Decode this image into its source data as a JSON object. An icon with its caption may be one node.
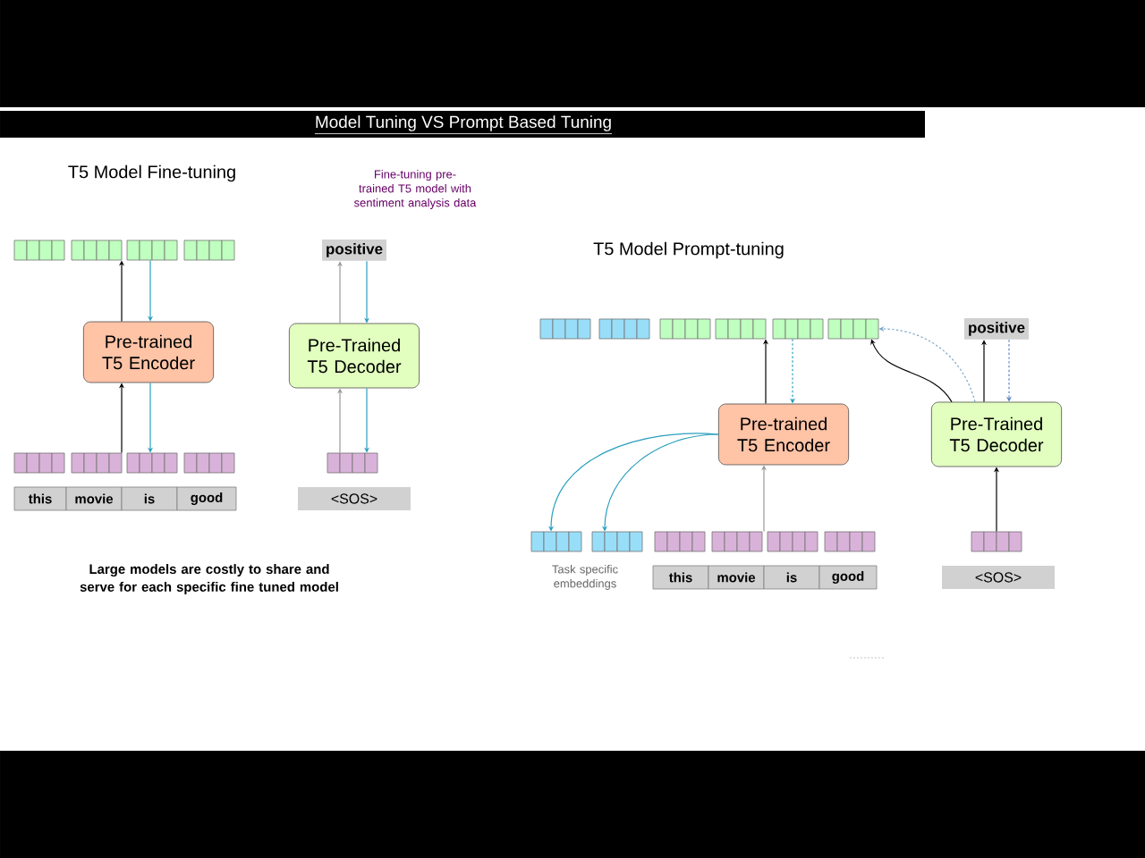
{
  "diagram": {
    "title": "Model Tuning VS Prompt Based Tuning",
    "nodes": [
      {
        "text": [],
        "shape": "bar"
      },
      {
        "text": [
          "positive"
        ]
      },
      {
        "text": [
          "Pre-trained T5 Encoder"
        ]
      },
      {
        "text": [
          "Pre-Trained T5 Decoder"
        ]
      },
      {
        "text": [],
        "shape": "bar"
      },
      {
        "text": [],
        "shape": "bar"
      },
      {
        "text": [],
        "shape": "bar"
      },
      {
        "text": [
          "positive"
        ]
      },
      {
        "text": [
          "Pre-trained T5 Encoder"
        ]
      },
      {
        "text": [
          "Pre-Trained T5 Decoder"
        ]
      },
      {
        "text": [],
        "shape": "bar"
      },
      {
        "text": [],
        "shape": "bar"
      },
      {
        "text": [],
        "shape": "bar"
      },
      {
        "text": [],
        "shape": "bar"
      }
    ],
    "edges": [
      {
        "from": 4,
        "to": 2,
        "arrow": "to",
        "color": "#000000"
      },
      {
        "from": 2,
        "to": 0,
        "arrow": "to",
        "color": "#000000"
      },
      {
        "from": 0,
        "to": 2,
        "arrow": "to",
        "color": "#2a9fbf"
      },
      {
        "from": 2,
        "to": 4,
        "arrow": "to",
        "color": "#2a9fbf"
      },
      {
        "from": 5,
        "to": 3,
        "arrow": "to",
        "color": "#999999"
      },
      {
        "from": 3,
        "to": 1,
        "arrow": "to",
        "color": "#999999"
      },
      {
        "from": 1,
        "to": 3,
        "arrow": "to",
        "color": "#2a9fbf"
      },
      {
        "from": 3,
        "to": 5,
        "arrow": "to",
        "color": "#2a9fbf"
      },
      {
        "from": 12,
        "to": 8,
        "arrow": "to",
        "color": "#999999"
      },
      {
        "from": 8,
        "to": 6,
        "arrow": "to",
        "color": "#000000"
      },
      {
        "from": 6,
        "to": 8,
        "arrow": "to",
        "style": "dashed",
        "color": "#2a9fbf"
      },
      {
        "from": 9,
        "to": 6,
        "arrow": "to",
        "color": "#000000"
      },
      {
        "from": 9,
        "to": 6,
        "arrow": "to",
        "style": "dashed",
        "color": "#7aa6c9"
      },
      {
        "from": 9,
        "to": 7,
        "arrow": "to",
        "color": "#000000"
      },
      {
        "from": 7,
        "to": 9,
        "arrow": "to",
        "style": "dashed",
        "color": "#5b86c4"
      },
      {
        "from": 13,
        "to": 9,
        "arrow": "to",
        "color": "#000000"
      },
      {
        "from": 8,
        "to": 10,
        "arrow": "to",
        "color": "#2a9fbf"
      },
      {
        "from": 8,
        "to": 11,
        "arrow": "to",
        "color": "#2a9fbf"
      }
    ],
    "labels": [
      "T5 Model Fine-tuning",
      "Fine-tuning pre-trained T5 model with sentiment analysis data",
      "T5 Model Prompt-tuning",
      "this",
      "movie",
      "is",
      "good",
      "<SOS>",
      "Large models are costly to share and serve for each specific fine tuned model",
      "Task specific embeddings",
      "this",
      "movie",
      "is",
      "good",
      "<SOS>"
    ]
  }
}
